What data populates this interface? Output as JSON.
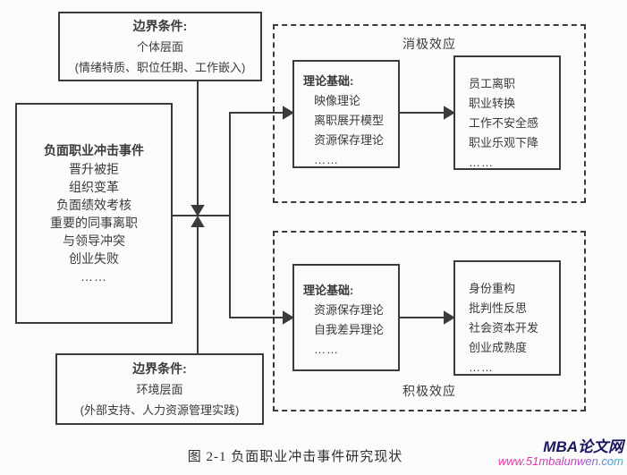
{
  "colors": {
    "line": "#3b3b3b",
    "text": "#3a3a3a",
    "background": "#fbfbfb",
    "watermark_site": "#1a1660",
    "watermark_url_start": "#f0309e",
    "watermark_url_end": "#19c3d8"
  },
  "boxes": {
    "boundary_individual": {
      "title": "边界条件:",
      "line1": "个体层面",
      "line2": "(情绪特质、职位任期、工作嵌入)"
    },
    "events": {
      "title": "负面职业冲击事件",
      "items": [
        "晋升被拒",
        "组织变革",
        "负面绩效考核",
        "重要的同事离职",
        "与领导冲突",
        "创业失败",
        "……"
      ]
    },
    "boundary_environment": {
      "title": "边界条件:",
      "line1": "环境层面",
      "line2": "(外部支持、人力资源管理实践)"
    },
    "negative": {
      "region_label": "消极效应",
      "theory_title": "理论基础:",
      "theory_items": [
        "映像理论",
        "离职展开模型",
        "资源保存理论",
        "……"
      ],
      "outcome_items": [
        "员工离职",
        "职业转换",
        "工作不安全感",
        "职业乐观下降",
        "……"
      ]
    },
    "positive": {
      "region_label": "积极效应",
      "theory_title": "理论基础:",
      "theory_items": [
        "资源保存理论",
        "自我差异理论",
        "……"
      ],
      "outcome_items": [
        "身份重构",
        "批判性反思",
        "社会资本开发",
        "创业成熟度",
        "……"
      ]
    }
  },
  "caption": "图 2-1 负面职业冲击事件研究现状",
  "watermark": {
    "site": "MBA论文网",
    "url": "www.51mbalunwen.com"
  }
}
